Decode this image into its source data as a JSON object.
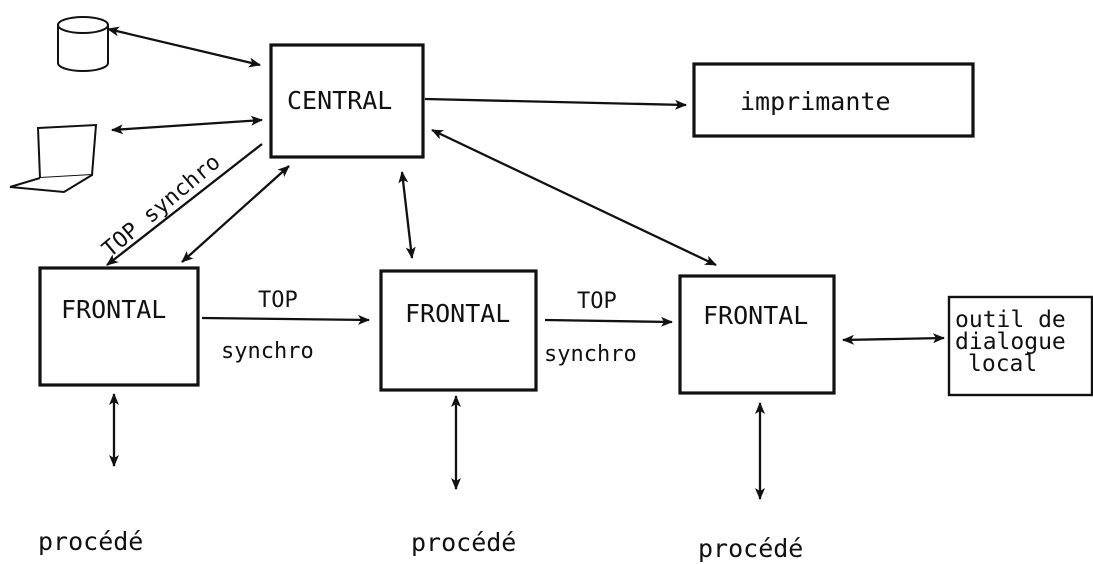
{
  "diagram": {
    "nodes": {
      "central": "CENTRAL",
      "imprimante": "imprimante",
      "frontal_1": "FRONTAL",
      "frontal_2": "FRONTAL",
      "frontal_3": "FRONTAL",
      "outil_line1": "outil de",
      "outil_line2": "dialogue",
      "outil_line3": "local",
      "procede_1": "procédé",
      "procede_2": "procédé",
      "procede_3": "procédé"
    },
    "edge_labels": {
      "top_synchro_diagonal": "TOP synchro",
      "top_1": "TOP",
      "synchro_1": "synchro",
      "top_2": "TOP",
      "synchro_2": "synchro"
    },
    "icons": [
      "disk-storage-icon",
      "terminal-icon"
    ]
  }
}
